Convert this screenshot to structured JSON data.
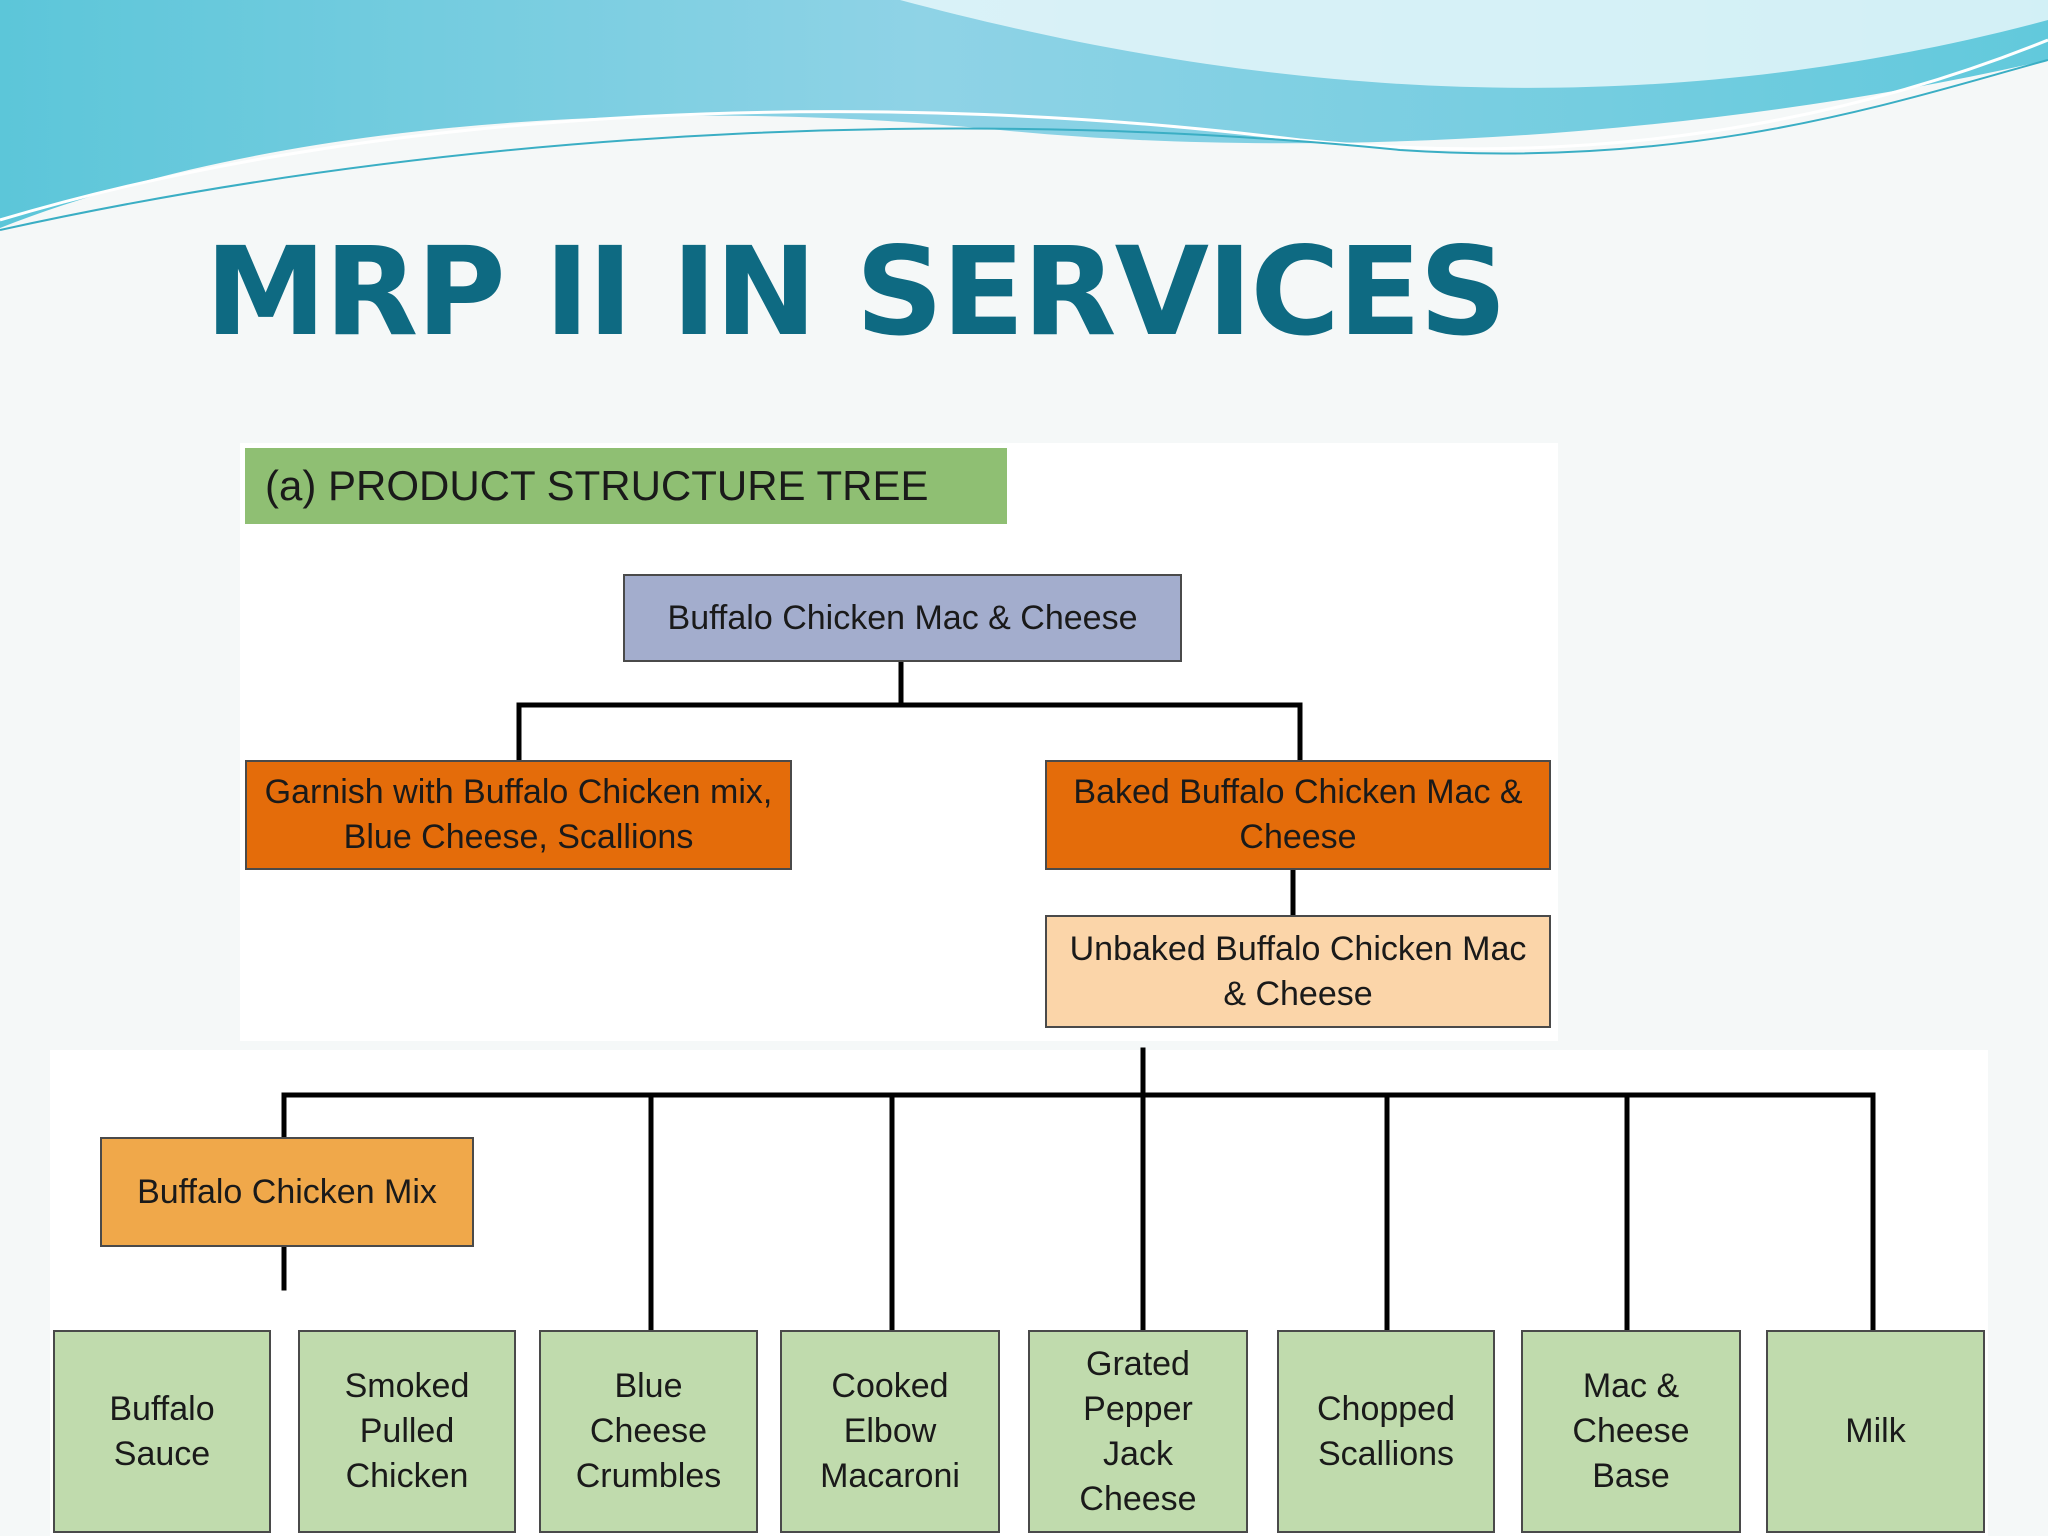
{
  "slide": {
    "title": "MRP II IN SERVICES",
    "subtitle_label": "(a) PRODUCT STRUCTURE TREE"
  },
  "colors": {
    "title": "#0e6a82",
    "label_bg": "#8fbf73",
    "root": "#a3adcd",
    "level1": "#e46c0a",
    "unbaked": "#fbd5a9",
    "mix": "#f0a84a",
    "leaf": "#c0dbad"
  },
  "tree": {
    "root": "Buffalo Chicken Mac & Cheese",
    "garnish": "Garnish with Buffalo Chicken mix, Blue Cheese,  Scallions",
    "baked": "Baked Buffalo Chicken Mac & Cheese",
    "unbaked": "Unbaked Buffalo Chicken Mac & Cheese",
    "mix": "Buffalo Chicken Mix",
    "leaves": [
      "Buffalo\nSauce",
      "Smoked\nPulled\nChicken",
      "Blue\nCheese\nCrumbles",
      "Cooked\nElbow\nMacaroni",
      "Grated\nPepper\nJack\nCheese",
      "Chopped\nScallions",
      "Mac &\nCheese\nBase",
      "Milk"
    ]
  }
}
